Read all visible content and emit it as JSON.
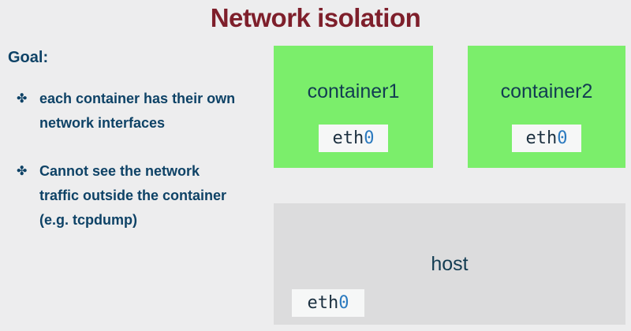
{
  "slide": {
    "title": "Network isolation"
  },
  "goal": {
    "heading": "Goal:",
    "bullet_icon_name": "clover-bullet-icon",
    "bullets": [
      {
        "icon": "✤",
        "text": "each container has their own network interfaces",
        "lines": [
          "each container has their own",
          "network interfaces"
        ]
      },
      {
        "icon": "✤",
        "text": "Cannot see the network traffic outside the container (e.g. tcpdump)",
        "lines": [
          "Cannot see the network",
          "traffic outside the container",
          "(e.g. tcpdump)"
        ]
      }
    ]
  },
  "diagram": {
    "containers": [
      {
        "label": "container1",
        "interface": {
          "prefix": "eth",
          "zero": "0",
          "full": "eth0"
        }
      },
      {
        "label": "container2",
        "interface": {
          "prefix": "eth",
          "zero": "0",
          "full": "eth0"
        }
      }
    ],
    "host": {
      "label": "host",
      "interface": {
        "prefix": "eth",
        "zero": "0",
        "full": "eth0"
      }
    }
  },
  "colors": {
    "background": "#ededee",
    "title_maroon": "#7e1f2b",
    "text_navy": "#0e4266",
    "container_green": "#7bee6b",
    "host_gray": "#dcdcdd",
    "chip_background": "#f6f7f7",
    "zero_blue": "#2b7abf"
  }
}
